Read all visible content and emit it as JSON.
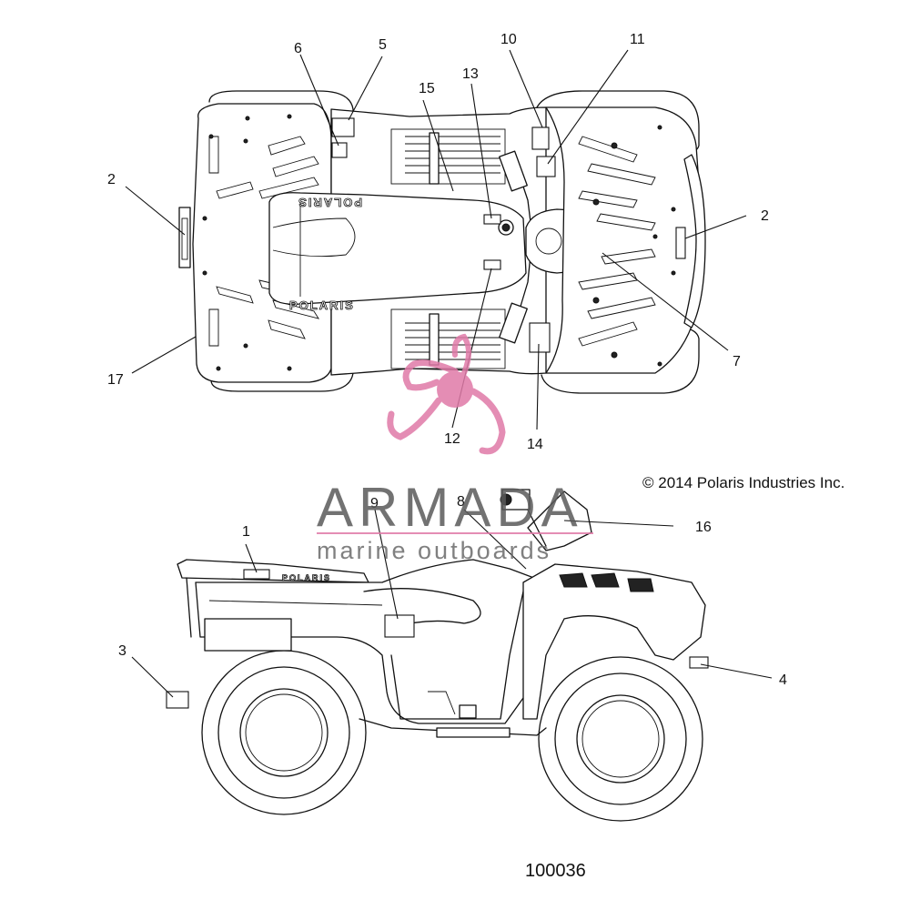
{
  "diagram": {
    "copyright": "© 2014 Polaris Industries Inc.",
    "document_number": "100036",
    "brand_text": "POLARIS",
    "callouts": [
      {
        "id": "c1",
        "label": "1"
      },
      {
        "id": "c2a",
        "label": "2"
      },
      {
        "id": "c2b",
        "label": "2"
      },
      {
        "id": "c3",
        "label": "3"
      },
      {
        "id": "c4",
        "label": "4"
      },
      {
        "id": "c5",
        "label": "5"
      },
      {
        "id": "c6",
        "label": "6"
      },
      {
        "id": "c7",
        "label": "7"
      },
      {
        "id": "c8",
        "label": "8"
      },
      {
        "id": "c9",
        "label": "9"
      },
      {
        "id": "c10",
        "label": "10"
      },
      {
        "id": "c11",
        "label": "11"
      },
      {
        "id": "c12",
        "label": "12"
      },
      {
        "id": "c13",
        "label": "13"
      },
      {
        "id": "c14",
        "label": "14"
      },
      {
        "id": "c15",
        "label": "15"
      },
      {
        "id": "c16",
        "label": "16"
      },
      {
        "id": "c17",
        "label": "17"
      }
    ]
  },
  "watermark": {
    "title": "ARMADA",
    "subtitle": "marine outboards",
    "color": "#e07aa8"
  }
}
